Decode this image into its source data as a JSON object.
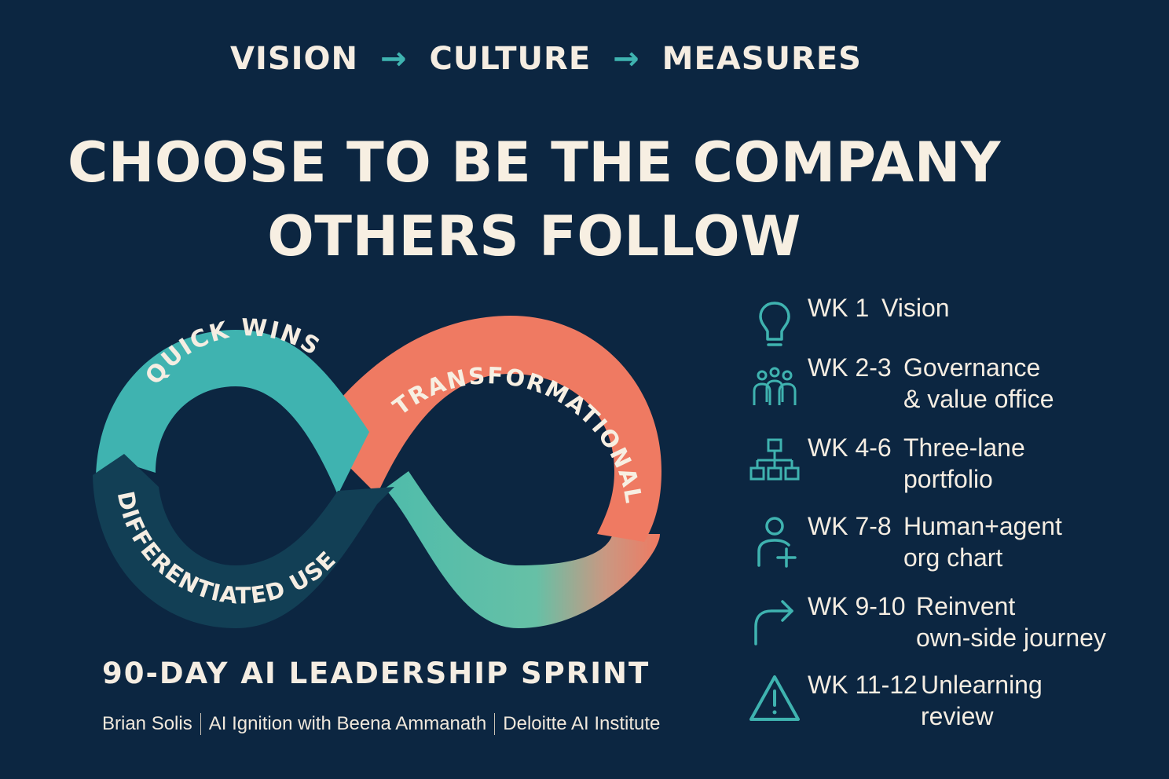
{
  "pillars": [
    "VISION",
    "CULTURE",
    "MEASURES"
  ],
  "headline": {
    "line1": "CHOOSE TO BE THE COMPANY",
    "line2": "OTHERS FOLLOW"
  },
  "loop": {
    "quick_wins": "QUICK WINS",
    "differentiated": "DIFFERENTIATED USE",
    "transformational": "TRANSFORMATIONAL BETS"
  },
  "sprint_title": "90-DAY AI LEADERSHIP SPRINT",
  "credits": [
    "Brian Solis",
    "AI Ignition with Beena Ammanath",
    "Deloitte AI Institute"
  ],
  "timeline": [
    {
      "week": "WK 1",
      "desc": "Vision",
      "icon": "lightbulb-icon"
    },
    {
      "week": "WK 2-3",
      "desc": "Governance\n& value office",
      "icon": "people-group-icon"
    },
    {
      "week": "WK 4-6",
      "desc": "Three-lane\nportfolio",
      "icon": "org-hierarchy-icon"
    },
    {
      "week": "WK 7-8",
      "desc": "Human+agent\norg chart",
      "icon": "person-plus-icon"
    },
    {
      "week": "WK 9-10",
      "desc": "Reinvent\nown-side journey",
      "icon": "turn-arrow-icon"
    },
    {
      "week": "WK 11-12",
      "desc": "Unlearning\nreview",
      "icon": "warning-triangle-icon"
    }
  ],
  "colors": {
    "background": "#0c2641",
    "teal": "#3fb3b0",
    "dark_teal": "#123f55",
    "coral": "#ef7a62",
    "text": "#f5ede2"
  }
}
